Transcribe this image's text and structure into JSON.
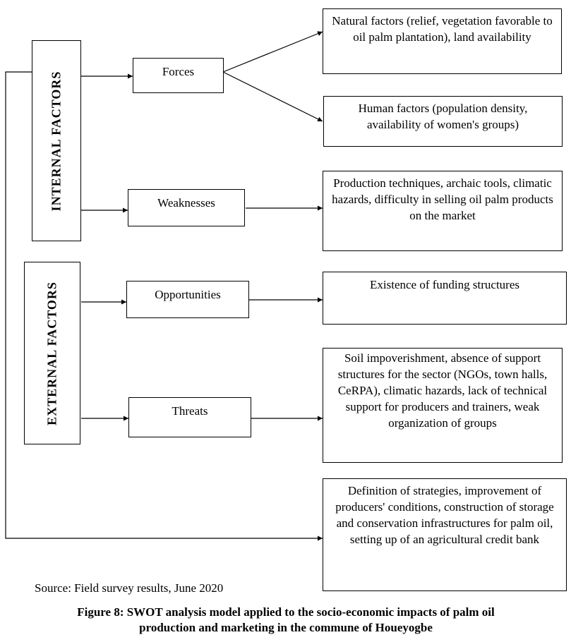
{
  "left_labels": {
    "internal": "INTERNAL FACTORS",
    "external": "EXTERNAL FACTORS"
  },
  "categories": {
    "forces": "Forces",
    "weaknesses": "Weaknesses",
    "opportunities": "Opportunities",
    "threats": "Threats"
  },
  "details": {
    "natural": "Natural factors (relief, vegetation favorable to oil palm plantation), land availability",
    "human": "Human factors (population density, availability of women's groups)",
    "weaknesses": "Production techniques, archaic tools, climatic hazards, difficulty in selling oil palm products on the market",
    "opportunities": "Existence of funding structures",
    "threats": "Soil impoverishment, absence of support structures for the sector (NGOs, town halls, CeRPA), climatic hazards, lack of technical support for producers and trainers, weak organization of groups",
    "strategies": "Definition of strategies, improvement of producers' conditions, construction of storage and conservation infrastructures for palm oil, setting up of an agricultural credit bank"
  },
  "source": "Source: Field survey results, June 2020",
  "caption": {
    "line1": "Figure 8: SWOT analysis model applied to the socio-economic impacts of palm oil",
    "line2": "production and marketing in the commune of Houeyogbe"
  }
}
